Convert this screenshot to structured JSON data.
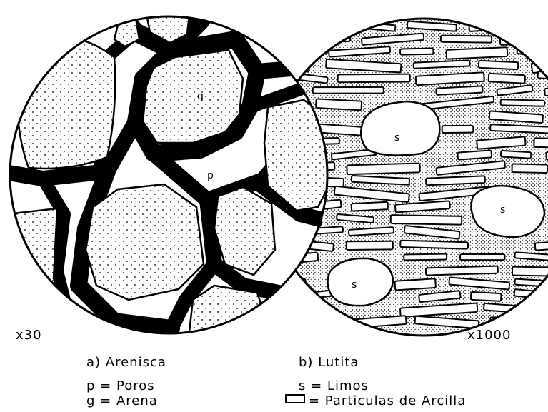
{
  "left_panel": {
    "magnification": "x30",
    "caption": "a) Arenisca",
    "grain_label": "g",
    "pore_label": "p",
    "legend": [
      {
        "symbol": "p",
        "text": "= Poros"
      },
      {
        "symbol": "g",
        "text": "= Arena"
      }
    ]
  },
  "right_panel": {
    "magnification": "x1000",
    "caption": "b) Lutita",
    "silt_label": "s",
    "legend": [
      {
        "symbol": "s",
        "text": "= Limos"
      },
      {
        "symbol": "rectangle-icon",
        "text": "= Particulas de Arcilla"
      }
    ]
  }
}
